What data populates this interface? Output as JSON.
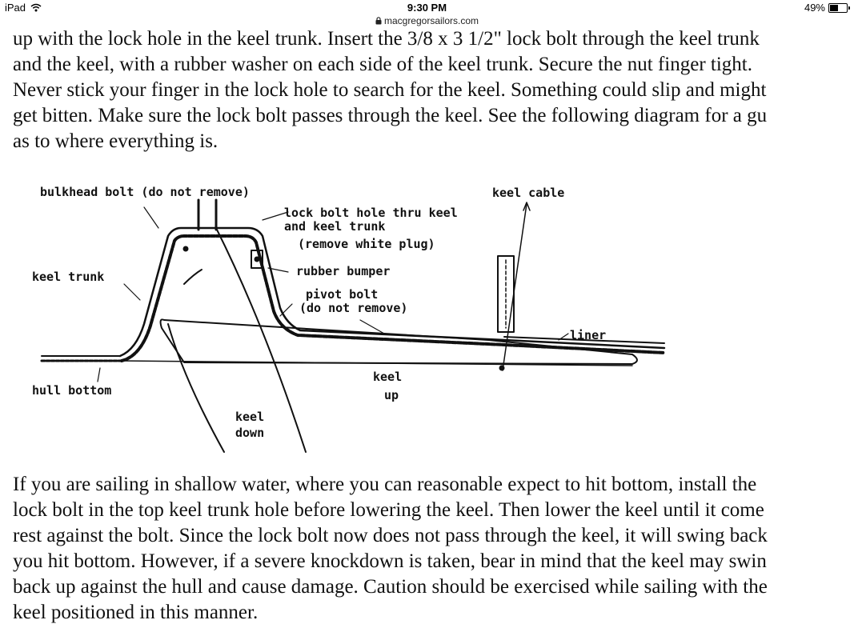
{
  "status_bar": {
    "device": "iPad",
    "time": "9:30 PM",
    "battery": "49%",
    "battery_level": 0.49
  },
  "address_bar": {
    "url": "macgregorsailors.com"
  },
  "document": {
    "paragraph1_lines": [
      "up with the lock hole in the keel trunk. Insert the 3/8 x 3 1/2\" lock bolt through the keel trunk",
      "and the keel, with a rubber washer on each side of the keel trunk. Secure the nut finger tight.",
      "Never stick your finger in the lock hole to search for the keel. Something could slip and might",
      "get bitten. Make sure the lock bolt passes through the keel. See the following diagram for a gu",
      "as to where everything is."
    ],
    "paragraph2_lines": [
      "If you are sailing in shallow water, where you can reasonable expect to hit bottom, install the",
      "lock bolt in the top keel trunk hole before lowering the keel. Then lower the keel until it come",
      "rest against the bolt. Since the lock bolt now does not pass through the keel, it will swing back",
      "you hit bottom. However, if a severe knockdown is taken, bear in mind that the keel may swin",
      "back up against the hull and cause damage. Caution should be exercised while sailing with the",
      "keel positioned in this manner."
    ]
  },
  "diagram": {
    "labels": {
      "bulkhead_bolt": "bulkhead bolt (do not remove)",
      "keel_cable": "keel cable",
      "lock_bolt_hole_1": "lock bolt hole thru keel",
      "lock_bolt_hole_2": "and keel trunk",
      "lock_bolt_hole_3": "(remove white plug)",
      "keel_trunk": "keel trunk",
      "rubber_bumper": "rubber bumper",
      "pivot_bolt_1": "pivot bolt",
      "pivot_bolt_2": "(do not remove)",
      "liner": "liner",
      "hull_bottom": "hull bottom",
      "keel_up_1": "keel",
      "keel_up_2": "up",
      "keel_down_1": "keel",
      "keel_down_2": "down"
    }
  }
}
